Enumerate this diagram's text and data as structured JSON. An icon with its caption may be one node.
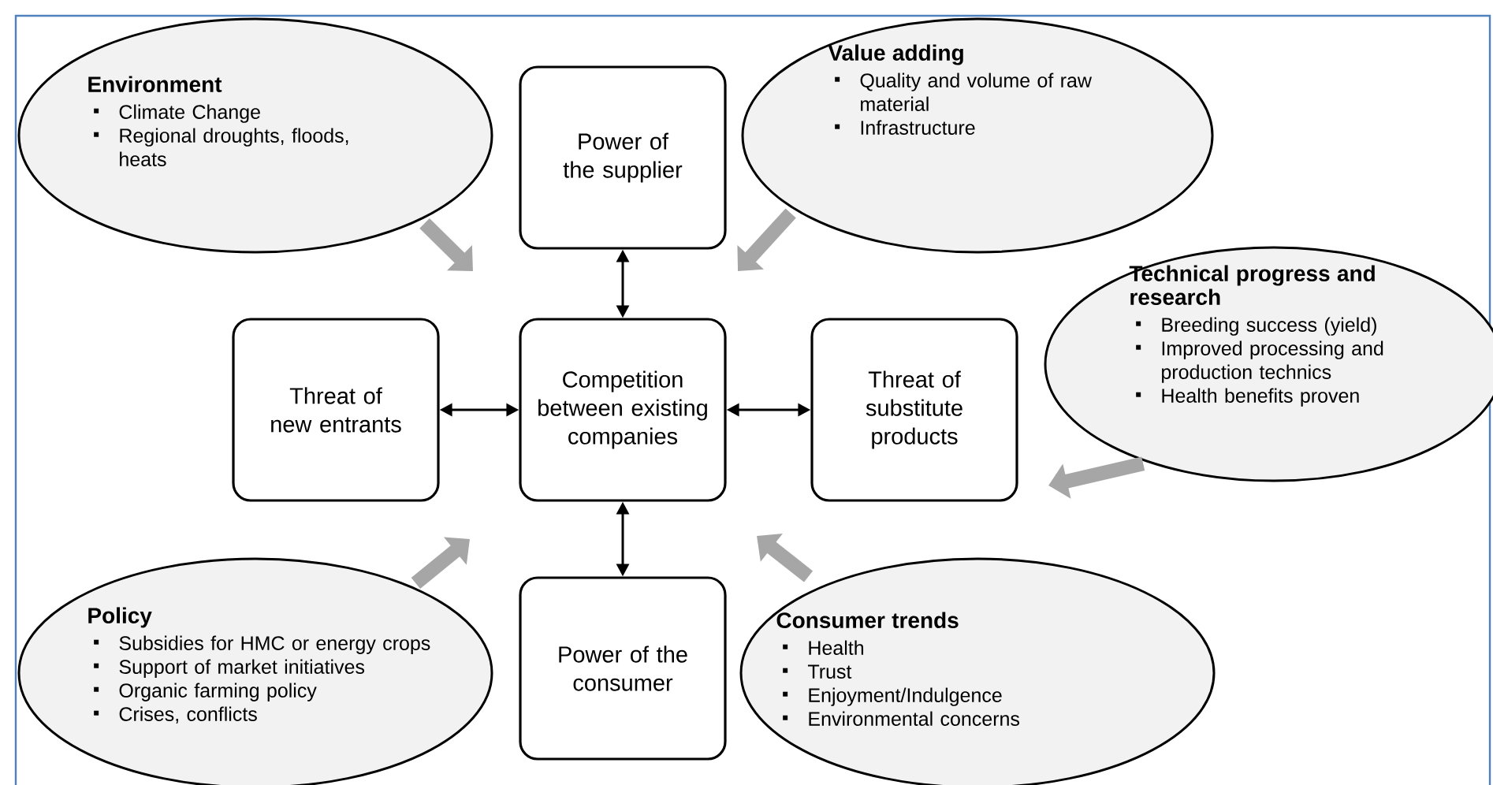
{
  "diagram": {
    "nodes": [
      {
        "text": [
          "Environment",
          "Climate Change",
          "Regional droughts, floods, heats"
        ]
      },
      {
        "text": [
          "Power of the supplier"
        ]
      },
      {
        "text": [
          "Value adding",
          "Quality and volume of raw material",
          "Infrastructure"
        ]
      },
      {
        "text": [
          "Technical progress and research",
          "Breeding success  (yield)",
          "Improved processing and production technics",
          "Health benefits proven"
        ]
      },
      {
        "text": [
          "Threat of new entrants"
        ]
      },
      {
        "text": [
          "Competition between existing companies"
        ]
      },
      {
        "text": [
          "Threat of substitute products"
        ]
      },
      {
        "text": [
          "Policy",
          "Subsidies for HMC or energy crops",
          "Support of market initiatives",
          "Organic farming policy",
          "Crises, conflicts"
        ]
      },
      {
        "text": [
          "Power of the consumer"
        ]
      },
      {
        "text": [
          "Consumer trends",
          "Health",
          "Trust",
          "Enjoyment/Indulgence",
          "Environmental concerns"
        ]
      }
    ],
    "edges": [
      {
        "from": 1,
        "to": 5,
        "arrow": "both",
        "color": "#000000"
      },
      {
        "from": 4,
        "to": 5,
        "arrow": "both",
        "color": "#000000"
      },
      {
        "from": 5,
        "to": 6,
        "arrow": "both",
        "color": "#000000"
      },
      {
        "from": 5,
        "to": 8,
        "arrow": "both",
        "color": "#000000"
      },
      {
        "from": 0,
        "to": null,
        "arrow": "to"
      },
      {
        "from": 2,
        "to": null,
        "arrow": "to"
      },
      {
        "from": 3,
        "to": null,
        "arrow": "to"
      },
      {
        "from": 7,
        "to": null,
        "arrow": "to"
      },
      {
        "from": 9,
        "to": null,
        "arrow": "to"
      }
    ]
  }
}
